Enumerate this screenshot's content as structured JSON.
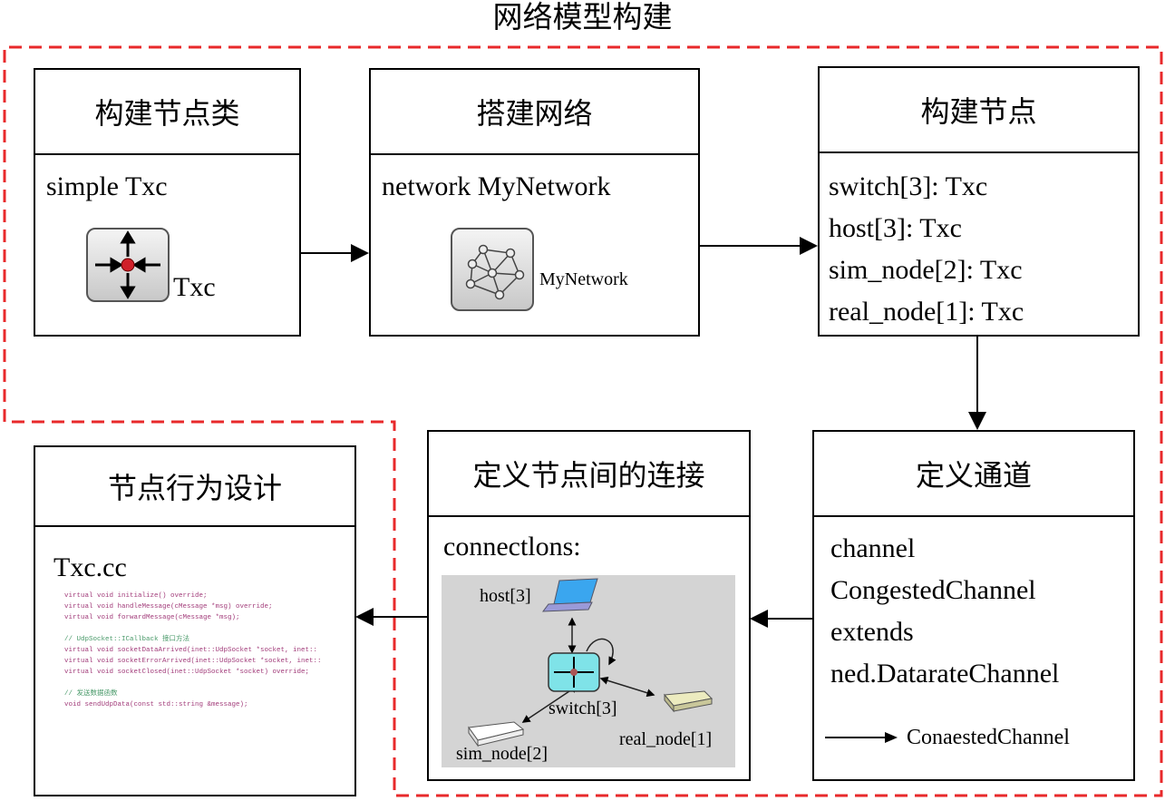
{
  "title": "网络模型构建",
  "colors": {
    "dashed_border": "#e8292b",
    "switch_fill": "#7fe3e8",
    "background": "#ffffff"
  },
  "steps": [
    {
      "header": "构建节点类",
      "lines": [
        "simple Txc"
      ],
      "icon": "switch-module-icon",
      "icon_label": "Txc"
    },
    {
      "header": "搭建网络",
      "lines": [
        "network MyNetwork"
      ],
      "icon": "network-icon",
      "icon_label": "MyNetwork"
    },
    {
      "header": "构建节点",
      "lines": [
        "switch[3]: Txc",
        "host[3]: Txc",
        "sim_node[2]: Txc",
        "real_node[1]: Txc"
      ]
    },
    {
      "header": "定义通道",
      "lines": [
        "channel",
        "CongestedChannel",
        "extends",
        "ned.DatarateChannel"
      ],
      "legend_label": "ConaestedChannel"
    },
    {
      "header": "定义节点间的连接",
      "lines": [
        "connectlons:"
      ],
      "nodes": {
        "host": "host[3]",
        "switch": "switch[3]",
        "sim": "sim_node[2]",
        "real": "real_node[1]"
      }
    },
    {
      "header": "节点行为设计",
      "lines": [
        "Txc.cc"
      ],
      "code": [
        "virtual void initialize() override;",
        "virtual void handleMessage(cMessage *msg) override;",
        "virtual void forwardMessage(cMessage *msg);",
        "",
        "// UdpSocket::ICallback 接口方法",
        "virtual void socketDataArrived(inet::UdpSocket *socket, inet::",
        "virtual void socketErrorArrived(inet::UdpSocket *socket, inet::",
        "virtual void socketClosed(inet::UdpSocket *socket) override;",
        "",
        "// 发送数据函数",
        "void sendUdpData(const std::string &message);"
      ]
    }
  ]
}
